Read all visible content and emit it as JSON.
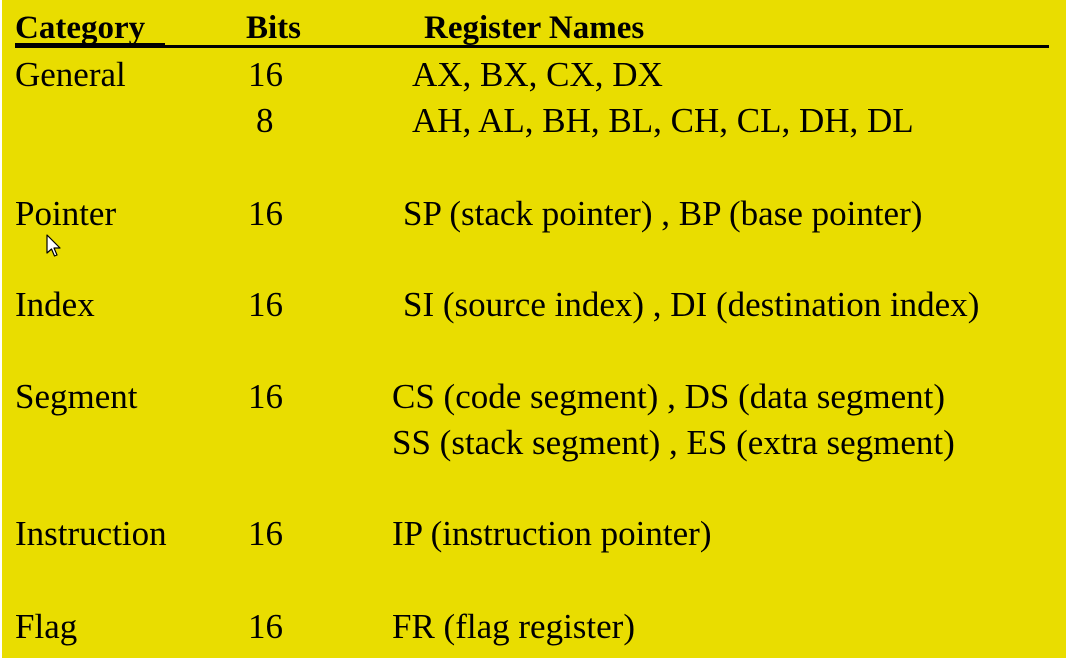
{
  "header": {
    "category": "Category",
    "bits": "Bits",
    "register_names": "Register Names"
  },
  "rows": [
    {
      "category": "General",
      "bits": "16",
      "names": "AX, BX, CX, DX"
    },
    {
      "category": "",
      "bits": "8",
      "names": "AH, AL, BH, BL, CH, CL, DH, DL"
    },
    {
      "category": "Pointer",
      "bits": "16",
      "names": "SP (stack pointer) , BP (base pointer)"
    },
    {
      "category": "Index",
      "bits": "16",
      "names": "SI (source index) , DI (destination index)"
    },
    {
      "category": "Segment",
      "bits": "16",
      "names": "CS (code segment) , DS (data segment)"
    },
    {
      "category": "",
      "bits": "",
      "names": "SS (stack segment) , ES (extra segment)"
    },
    {
      "category": "Instruction",
      "bits": "16",
      "names": "IP (instruction pointer)"
    },
    {
      "category": "Flag",
      "bits": "16",
      "names": "FR (flag register)"
    }
  ],
  "colors": {
    "background": "#e9dd00",
    "text": "#000000"
  },
  "icons": {
    "cursor": "mouse-pointer-icon"
  }
}
